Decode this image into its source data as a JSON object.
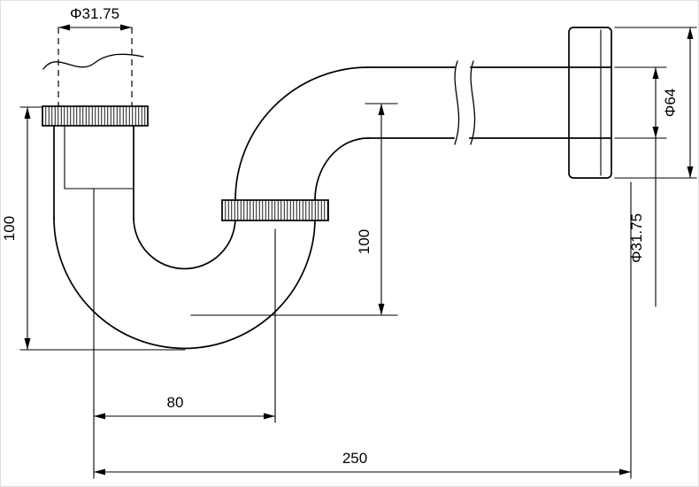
{
  "drawing": {
    "background": "#ffffff",
    "line_color": "#000000",
    "labels": {
      "inlet_diameter": "Φ31.75",
      "left_height": "100",
      "center_height": "100",
      "flange_diameter": "Φ64",
      "outlet_diameter": "Φ31.75",
      "trap_center_distance": "80",
      "overall_length": "250"
    }
  }
}
